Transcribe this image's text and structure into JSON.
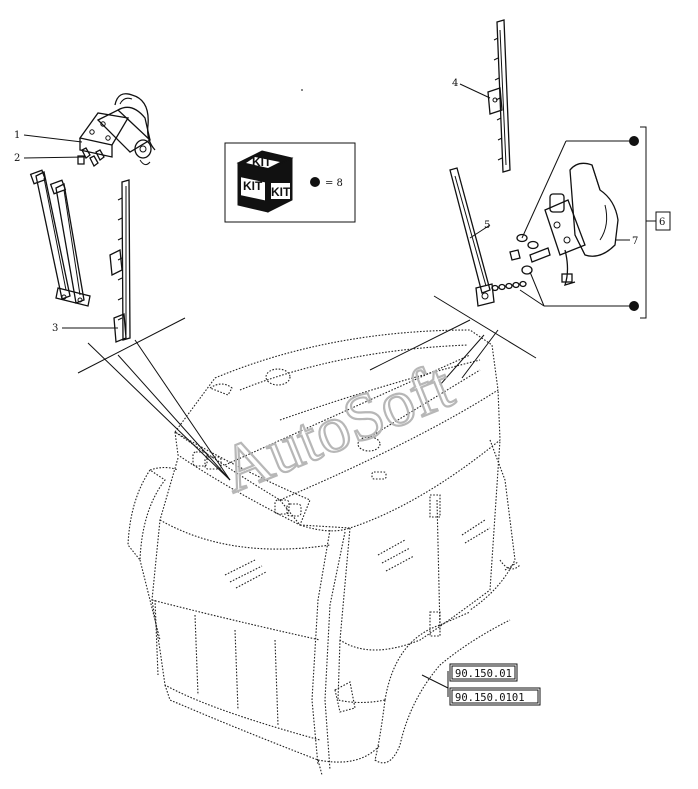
{
  "callouts": {
    "c1": "1",
    "c2": "2",
    "c3": "3",
    "c4": "4",
    "c5": "5",
    "c6": "6",
    "c7": "7"
  },
  "kit": {
    "label_top": "KIT",
    "label_left": "KIT",
    "label_right": "KIT",
    "equals": "= 8"
  },
  "references": {
    "ref1": "90.150.01",
    "ref2": "90.150.0101"
  },
  "watermark": "AutoSoft",
  "colors": {
    "ink": "#111111",
    "watermark": "#b7b7b7",
    "background": "#ffffff"
  }
}
